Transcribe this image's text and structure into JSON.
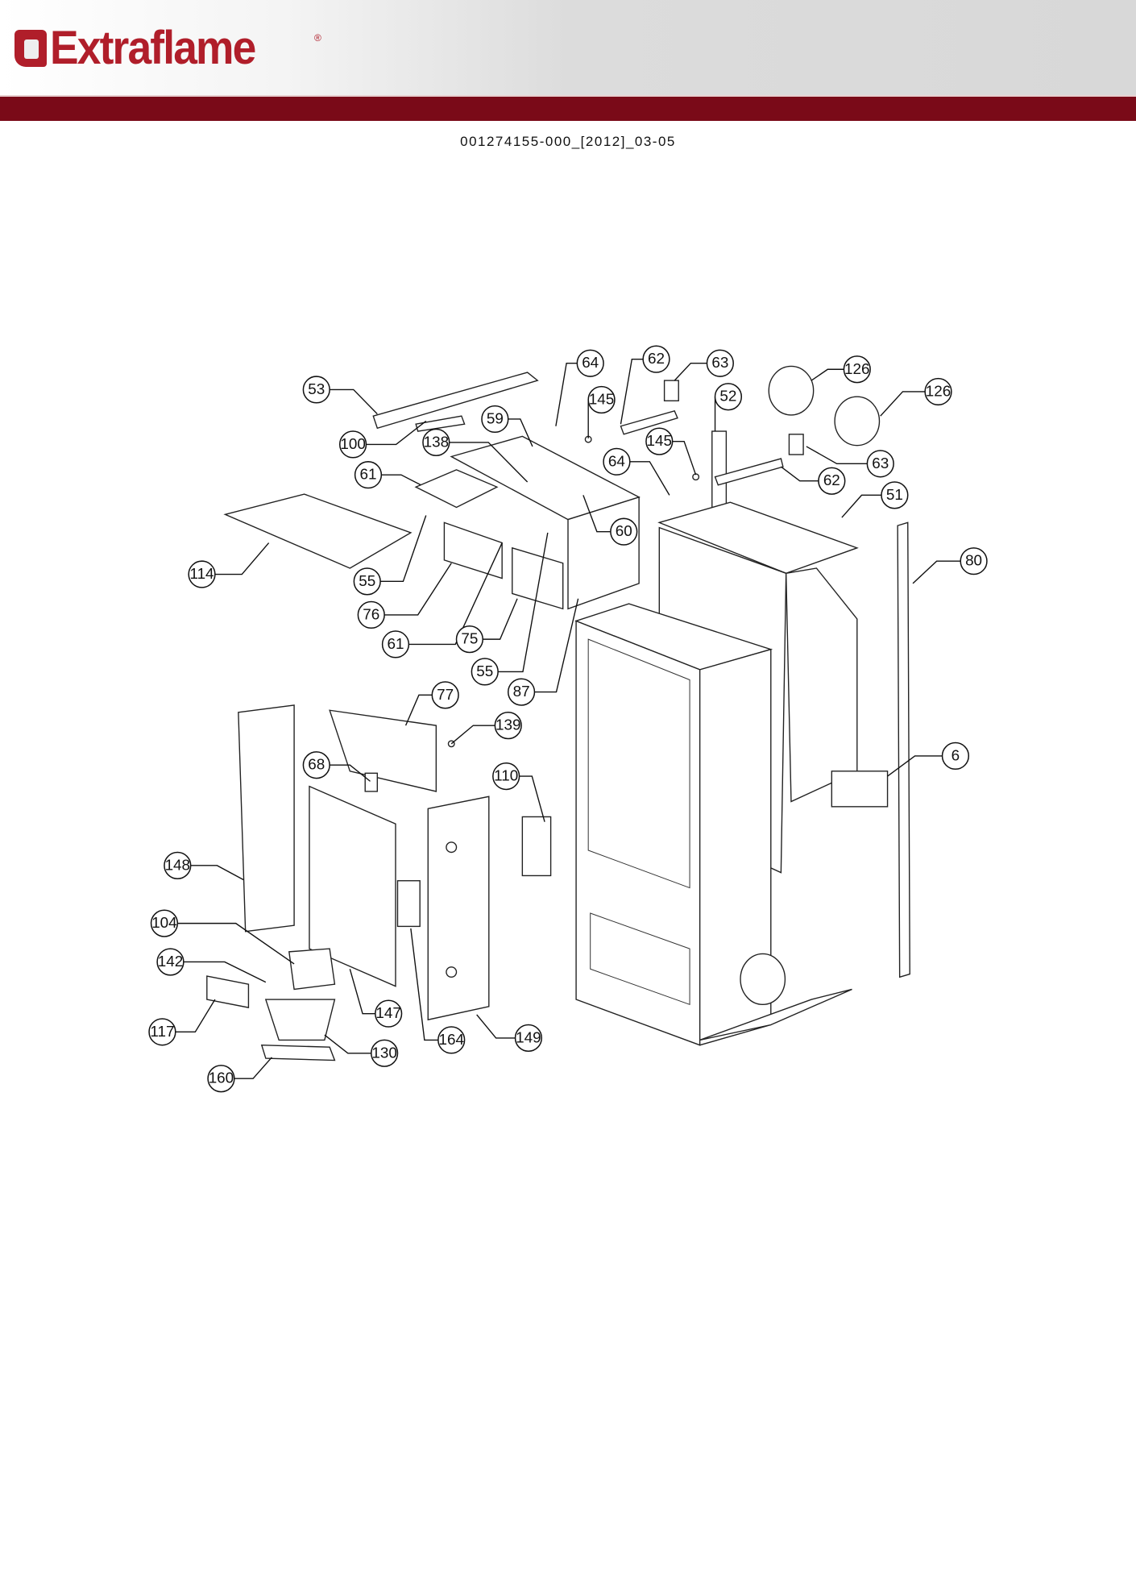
{
  "header": {
    "brand": "Extraflame",
    "registered_mark": "®",
    "document_id": "001274155-000_[2012]_03-05"
  },
  "colors": {
    "brand_red": "#b01e2a",
    "bar_red": "#7a0a18"
  },
  "diagram": {
    "callouts": [
      "53",
      "100",
      "138",
      "59",
      "64",
      "62",
      "63",
      "145",
      "52",
      "126",
      "126",
      "145",
      "64",
      "63",
      "62",
      "51",
      "61",
      "60",
      "114",
      "55",
      "76",
      "61",
      "75",
      "55",
      "87",
      "80",
      "77",
      "139",
      "68",
      "110",
      "6",
      "148",
      "104",
      "142",
      "147",
      "164",
      "149",
      "117",
      "130",
      "160"
    ]
  }
}
